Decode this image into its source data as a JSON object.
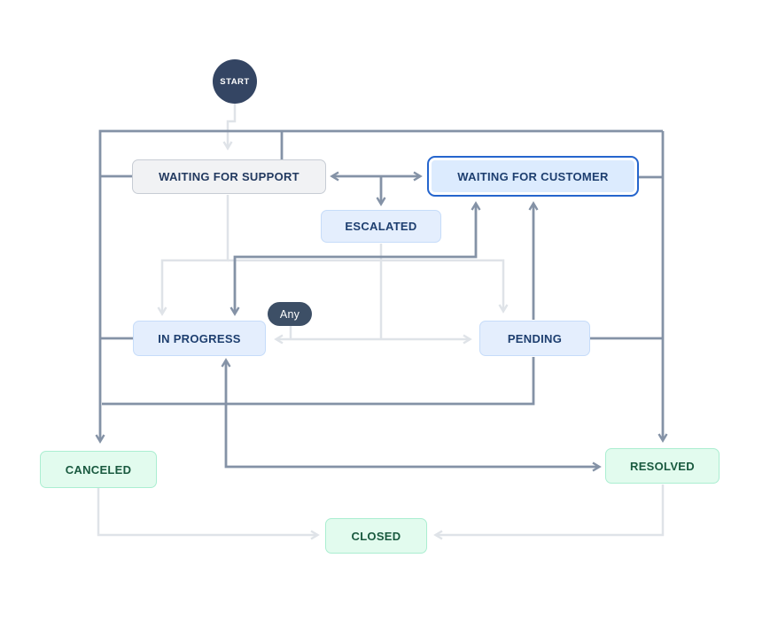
{
  "diagram": {
    "nodes": {
      "start": {
        "label": "START"
      },
      "waiting_for_support": {
        "label": "WAITING FOR SUPPORT"
      },
      "waiting_for_customer": {
        "label": "WAITING FOR CUSTOMER"
      },
      "escalated": {
        "label": "ESCALATED"
      },
      "any": {
        "label": "Any"
      },
      "in_progress": {
        "label": "IN PROGRESS"
      },
      "pending": {
        "label": "PENDING"
      },
      "canceled": {
        "label": "CANCELED"
      },
      "resolved": {
        "label": "RESOLVED"
      },
      "closed": {
        "label": "CLOSED"
      }
    },
    "colors": {
      "start_node": "#344563",
      "any_node": "#3d4f66",
      "edge_dark": "#8492a6",
      "edge_light": "#dfe3e8",
      "status_open_bg": "#f1f2f4",
      "status_blue_bg": "#e4eefd",
      "status_blue_border": "#c6dcf9",
      "status_selected_border": "#2565cd",
      "status_done_bg": "#e2fbee",
      "status_done_border": "#abeed1",
      "text_navy": "#1d3e6f",
      "text_green": "#19593f"
    }
  }
}
